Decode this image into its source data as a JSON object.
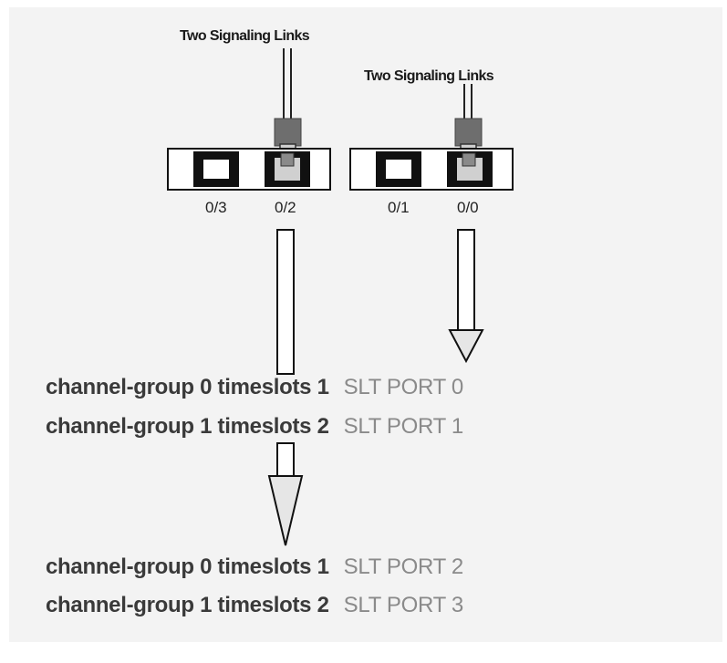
{
  "labels": {
    "link_label_left": "Two Signaling Links",
    "link_label_right": "Two Signaling Links"
  },
  "ports": [
    {
      "label": "0/3"
    },
    {
      "label": "0/2"
    },
    {
      "label": "0/1"
    },
    {
      "label": "0/0"
    }
  ],
  "groups": [
    {
      "rows": [
        {
          "config": "channel-group 0 timeslots 1",
          "slt": "SLT PORT 0"
        },
        {
          "config": "channel-group 1 timeslots 2",
          "slt": "SLT PORT 1"
        }
      ]
    },
    {
      "rows": [
        {
          "config": "channel-group 0 timeslots 1",
          "slt": "SLT PORT 2"
        },
        {
          "config": "channel-group 1 timeslots 2",
          "slt": "SLT PORT 3"
        }
      ]
    }
  ],
  "colors": {
    "background": "#f3f3f3",
    "config_text": "#3a3a3a",
    "slt_text": "#8a8a8a",
    "connector": "#6e6e6e",
    "arrow_fill": "#e6e6e6"
  }
}
